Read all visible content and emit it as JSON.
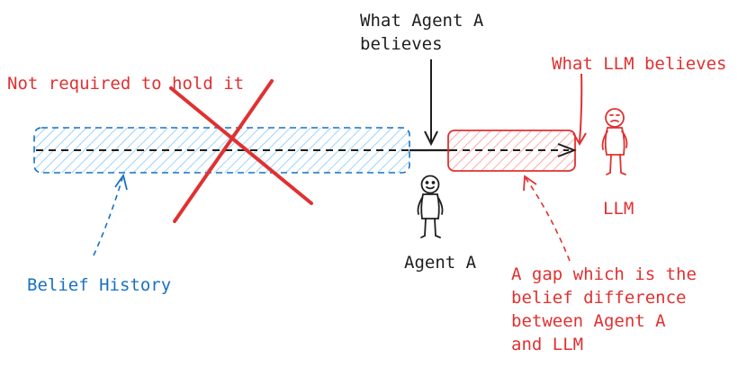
{
  "labels": {
    "agent_a_belief": "What Agent A\nbelieves",
    "llm_belief": "What LLM believes",
    "not_required": "Not required to hold it",
    "belief_history": "Belief History",
    "agent_a": "Agent A",
    "llm": "LLM",
    "gap": "A gap which is the\nbelief difference\nbetween Agent A\nand LLM"
  },
  "colors": {
    "red": "#e03131",
    "blue": "#1971c2",
    "black": "#1e1e1e",
    "blue_fill": "#a5d8ff",
    "red_fill": "#ffc9c9"
  }
}
